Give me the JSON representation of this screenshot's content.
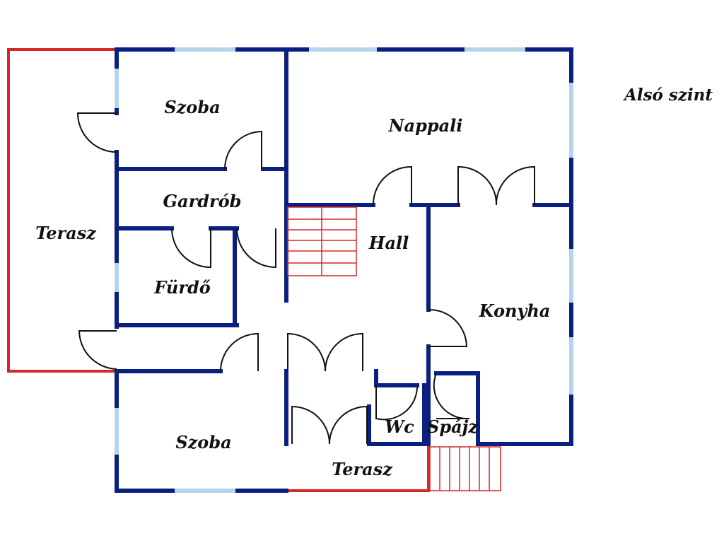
{
  "level_label": "Alsó szint",
  "rooms": {
    "szoba_top": "Szoba",
    "nappali": "Nappali",
    "gardrob": "Gardrób",
    "terasz_left": "Terasz",
    "hall": "Hall",
    "furdo": "Fürdő",
    "konyha": "Konyha",
    "szoba_bottom": "Szoba",
    "wc": "Wc",
    "spajz": "Spájz",
    "terasz_bottom": "Terasz"
  },
  "colors": {
    "wall": "#0b1f80",
    "window": "#b6d3ea",
    "terrace_outline": "#d62828",
    "stair": "#d62828",
    "door": "#111111"
  }
}
